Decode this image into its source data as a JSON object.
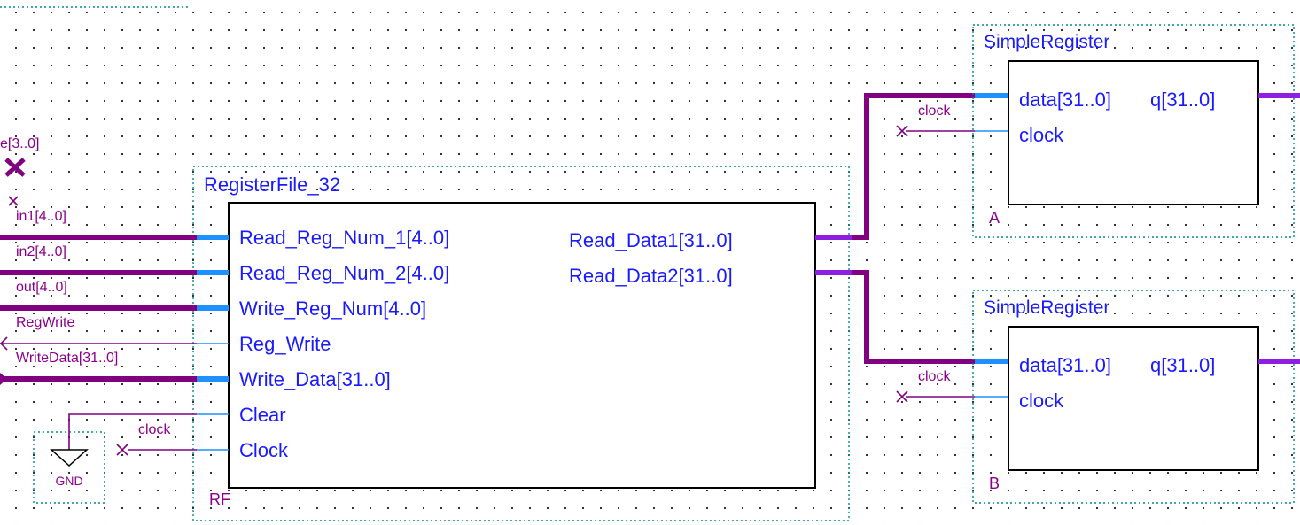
{
  "register_file": {
    "title": "RegisterFile_32",
    "instance": "RF",
    "inputs": [
      "Read_Reg_Num_1[4..0]",
      "Read_Reg_Num_2[4..0]",
      "Write_Reg_Num[4..0]",
      "Reg_Write",
      "Write_Data[31..0]",
      "Clear",
      "Clock"
    ],
    "outputs": [
      "Read_Data1[31..0]",
      "Read_Data2[31..0]"
    ]
  },
  "registers": [
    {
      "title": "SimpleRegister",
      "instance": "A",
      "data_port": "data[31..0]",
      "clock_port": "clock",
      "output_port": "q[31..0]",
      "clock_wire_label": "clock"
    },
    {
      "title": "SimpleRegister",
      "instance": "B",
      "data_port": "data[31..0]",
      "clock_port": "clock",
      "output_port": "q[31..0]",
      "clock_wire_label": "clock"
    }
  ],
  "left_wire_labels": [
    "e[3..0]",
    "in1[4..0]",
    "in2[4..0]",
    "out[4..0]",
    "RegWrite",
    "WriteData[31..0]",
    "clock"
  ],
  "gnd": {
    "label": "GND"
  },
  "colors": {
    "bus": "#800080",
    "port_text": "#1a1aff",
    "port_stub": "#1e90ff",
    "frame": "#008b8b"
  }
}
